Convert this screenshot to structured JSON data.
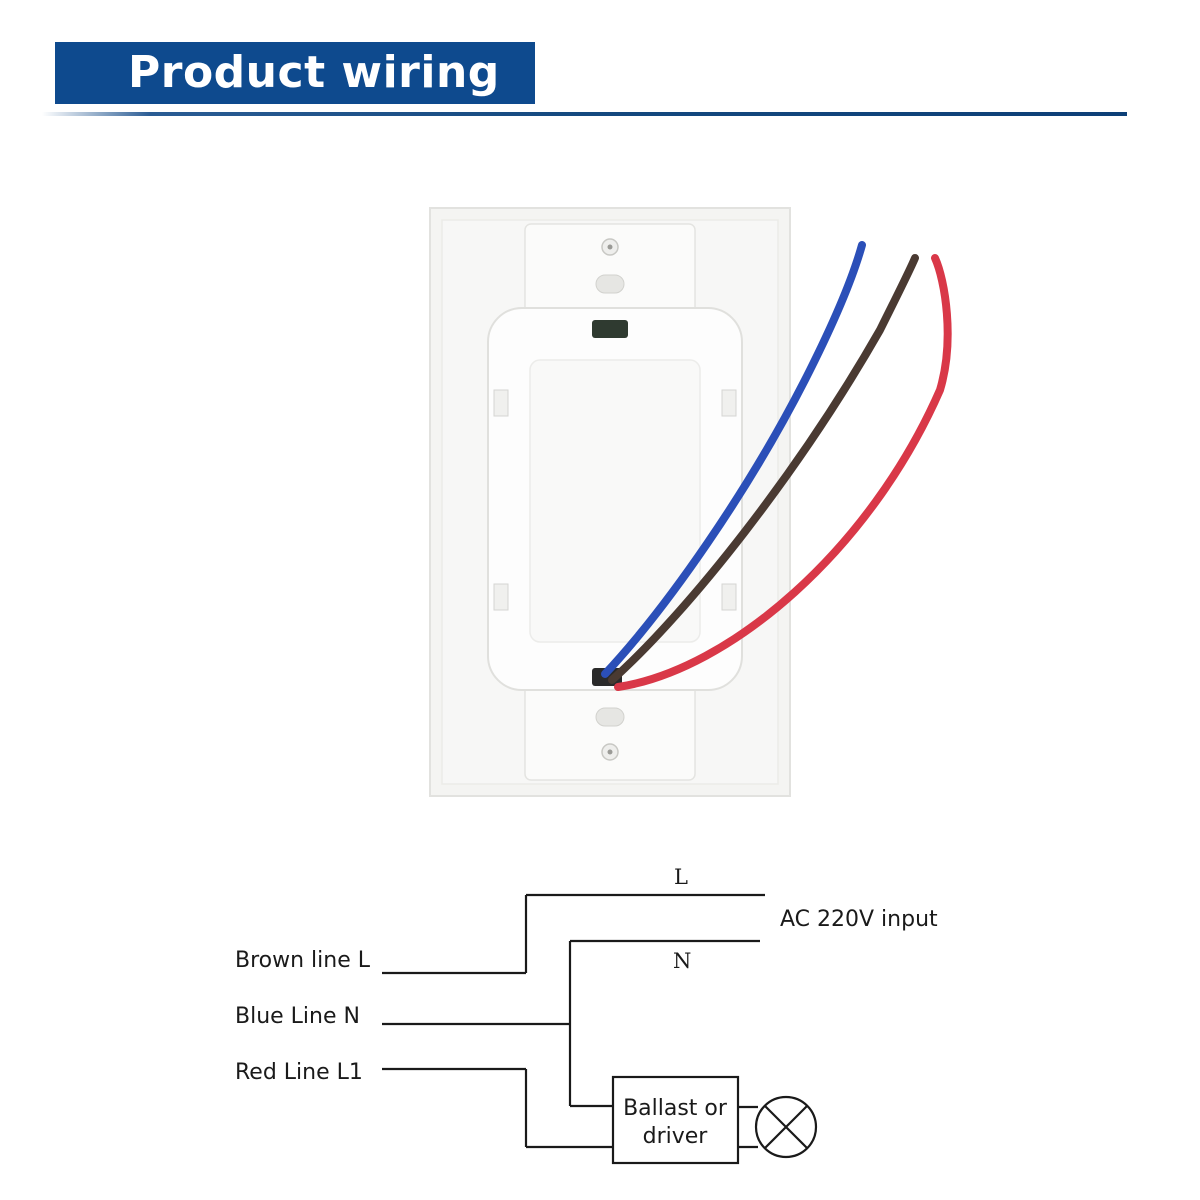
{
  "header": {
    "title": "Product wiring"
  },
  "photo": {
    "subject": "switch-back-with-wires",
    "wire_colors": {
      "blue": "#2b4fb8",
      "brown": "#4a3a32",
      "red": "#d93848"
    }
  },
  "wiring_diagram": {
    "line_L": "L",
    "line_N": "N",
    "input_label": "AC 220V input",
    "wires": [
      {
        "label": "Brown line L"
      },
      {
        "label": "Blue Line N"
      },
      {
        "label": "Red Line L1"
      }
    ],
    "ballast_line1": "Ballast or",
    "ballast_line2": "driver"
  },
  "colors": {
    "banner": "#0e4a8e",
    "line": "#1a1a1a"
  }
}
